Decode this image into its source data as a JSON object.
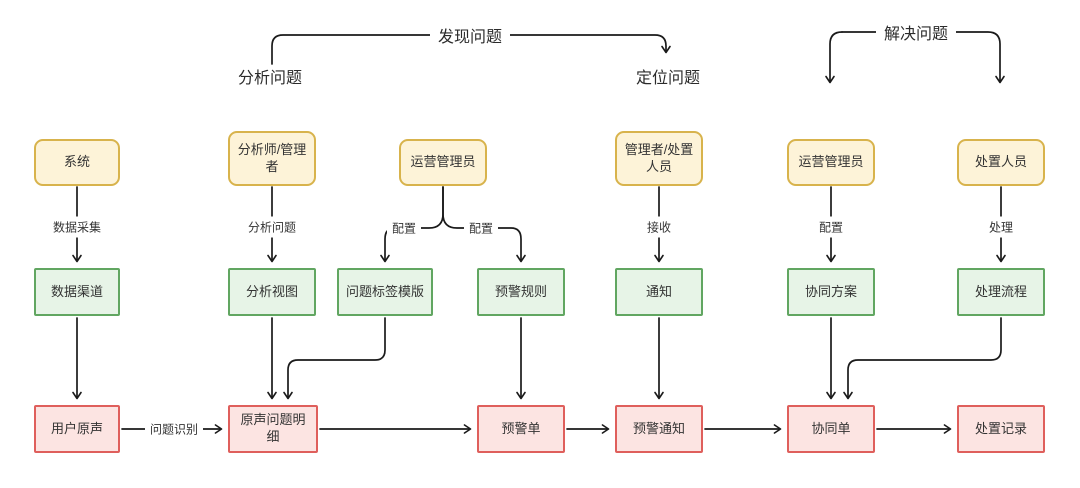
{
  "stages": {
    "discover": "发现问题",
    "analyze": "分析问题",
    "locate": "定位问题",
    "resolve": "解决问题"
  },
  "nodes": {
    "actors": [
      "系统",
      "分析师/管理者",
      "运营管理员",
      "管理者/处置人员",
      "运营管理员",
      "处置人员"
    ],
    "tools": [
      "数据渠道",
      "分析视图",
      "问题标签模版",
      "预警规则",
      "通知",
      "协同方案",
      "处理流程"
    ],
    "artifacts": [
      "用户原声",
      "原声问题明细",
      "预警单",
      "预警通知",
      "协同单",
      "处置记录"
    ]
  },
  "edge_labels": {
    "collect": "数据采集",
    "analyze": "分析问题",
    "config_left": "配置",
    "config_right": "配置",
    "receive": "接收",
    "config2": "配置",
    "handle": "处理",
    "identify": "问题识别"
  },
  "colors": {
    "actor_fill": "#fdf3d8",
    "actor_border": "#d8b34c",
    "tool_fill": "#e7f4e7",
    "tool_border": "#61a661",
    "artifact_fill": "#fce4e2",
    "artifact_border": "#df5f5c",
    "line": "#1a1a1a",
    "text": "#333333"
  }
}
